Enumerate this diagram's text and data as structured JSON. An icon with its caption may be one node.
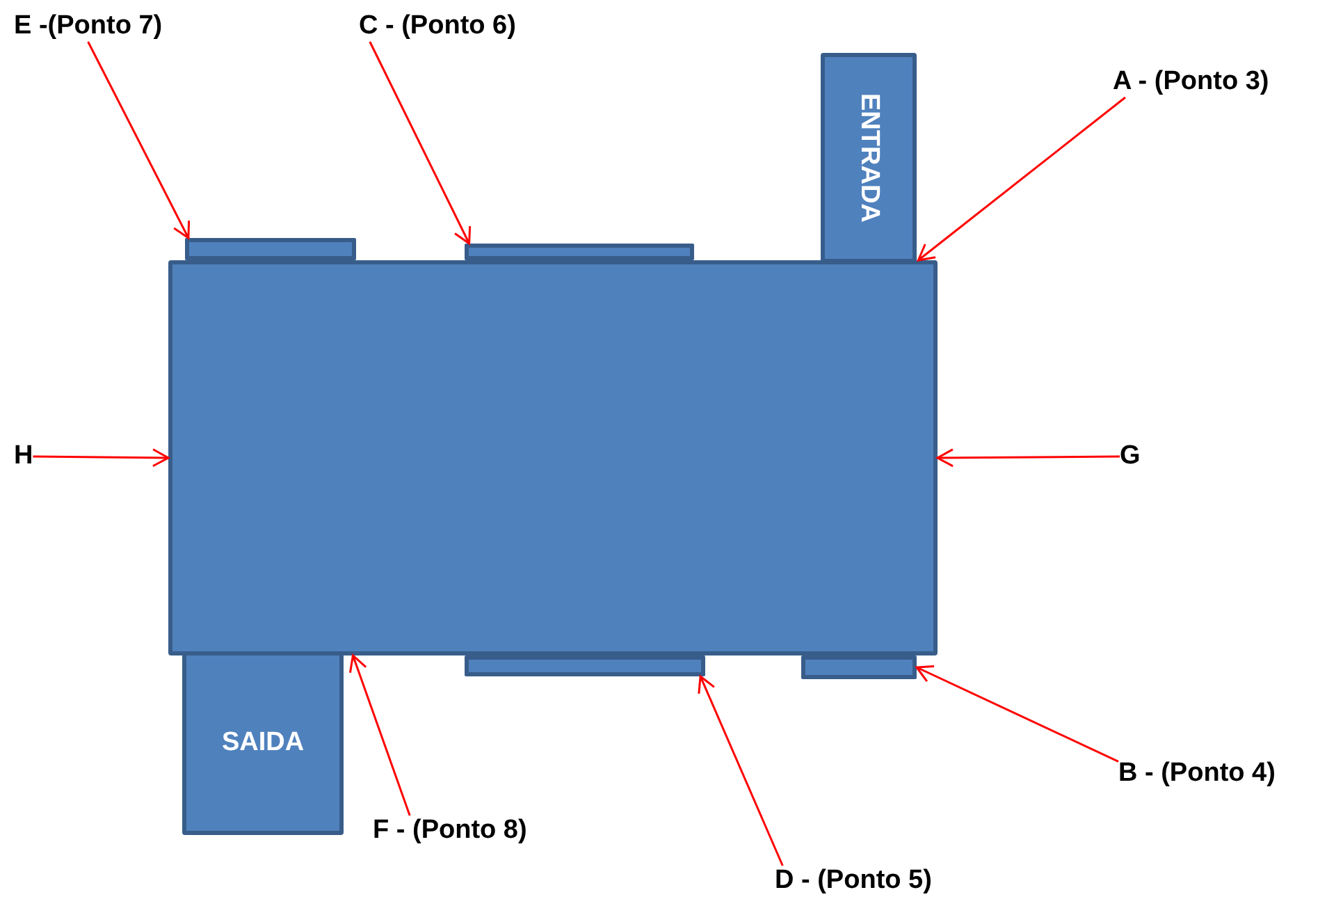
{
  "diagram": {
    "nodes": [
      {
        "text": [
          "E -(Ponto 7)"
        ]
      },
      {
        "text": [
          "C - (Ponto 6)"
        ]
      },
      {
        "text": [
          "ENTRADA"
        ]
      },
      {
        "text": [
          "A - (Ponto 3)"
        ]
      },
      {
        "text": [],
        "shape": "bar"
      },
      {
        "text": [],
        "shape": "bar"
      },
      {
        "text": [],
        "shape": "box"
      },
      {
        "text": [
          "H"
        ]
      },
      {
        "text": [
          "G"
        ]
      },
      {
        "text": [
          "SAIDA"
        ]
      },
      {
        "text": [],
        "shape": "bar"
      },
      {
        "text": [],
        "shape": "bar"
      },
      {
        "text": [
          "F - (Ponto 8)"
        ]
      },
      {
        "text": [
          "D - (Ponto 5)"
        ]
      },
      {
        "text": [
          "B - (Ponto 4)"
        ]
      }
    ],
    "edges": [
      {
        "from": 0,
        "to": 4,
        "arrow": "to"
      },
      {
        "from": 1,
        "to": 5,
        "arrow": "to"
      },
      {
        "from": 3,
        "to": 6,
        "arrow": "to"
      },
      {
        "from": 7,
        "to": 6,
        "arrow": "to"
      },
      {
        "from": 8,
        "to": 6,
        "arrow": "to"
      },
      {
        "from": 12,
        "to": 6,
        "arrow": "to"
      },
      {
        "from": 13,
        "to": 10,
        "arrow": "to"
      },
      {
        "from": 14,
        "to": 11,
        "arrow": "to"
      }
    ]
  }
}
